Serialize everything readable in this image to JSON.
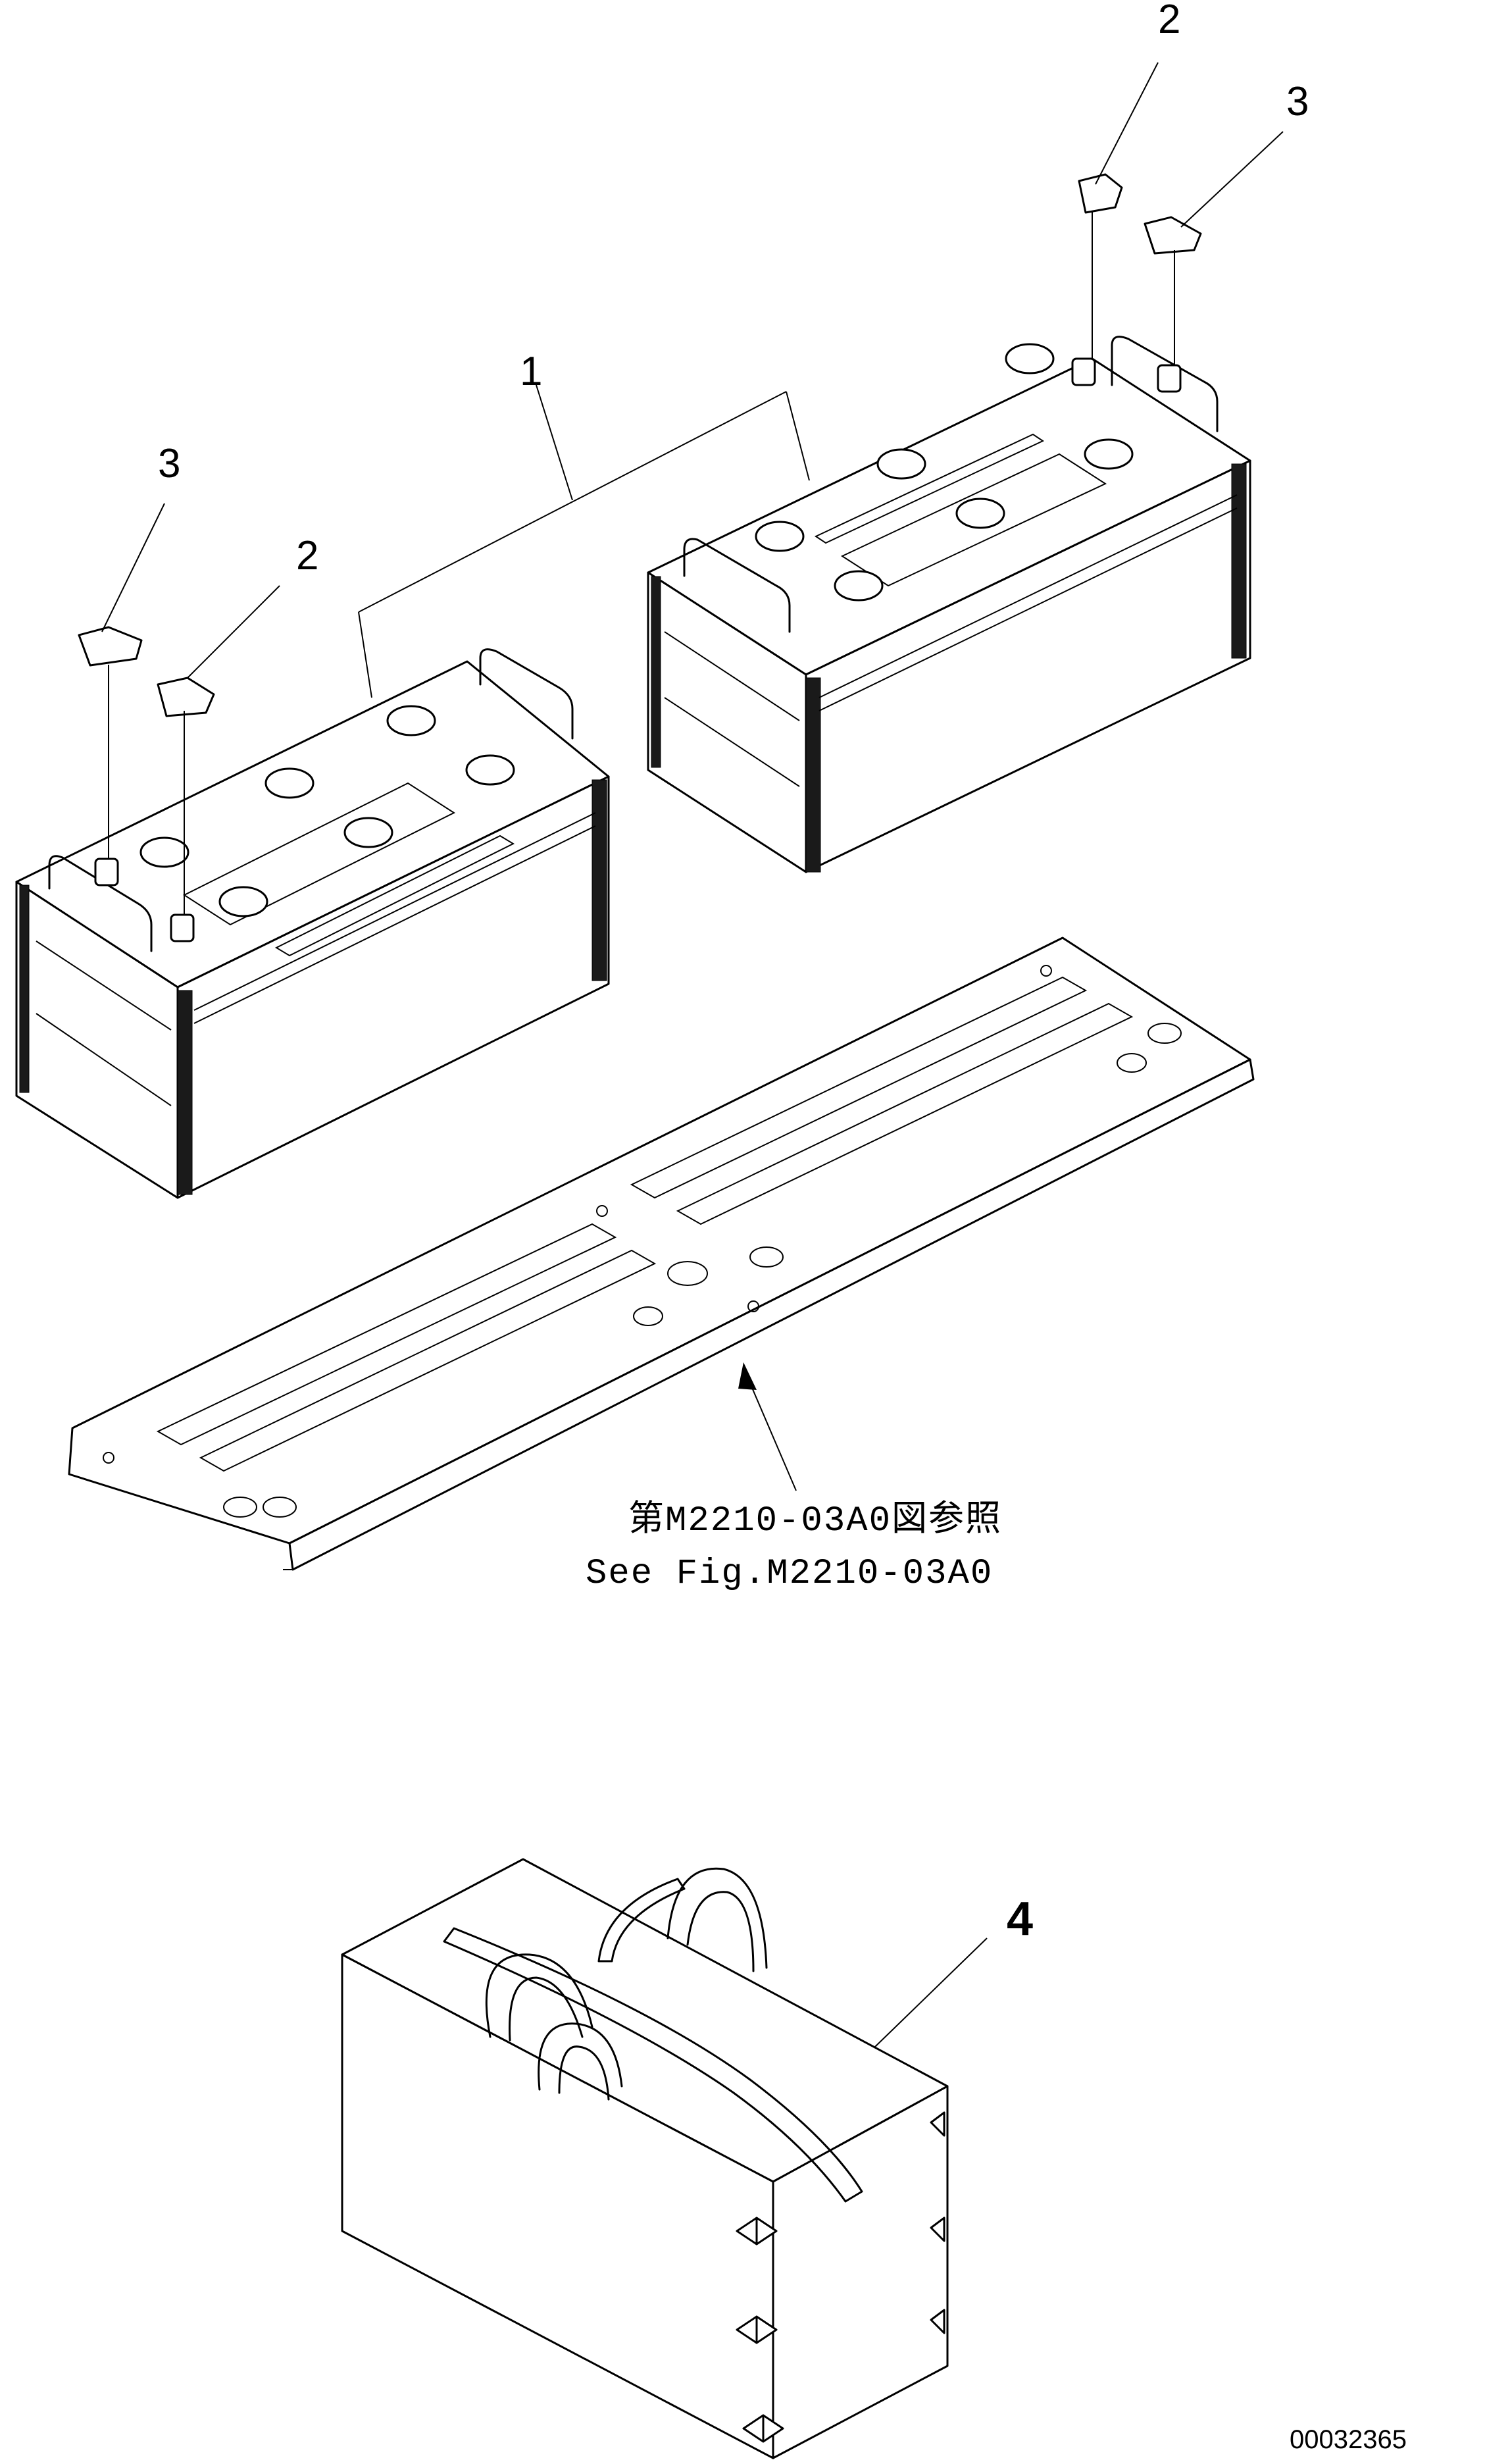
{
  "callouts": {
    "battery": "1",
    "terminal_a_right": "2",
    "terminal_b_right": "3",
    "terminal_b_left": "3",
    "terminal_a_left": "2",
    "cover": "4"
  },
  "reference": {
    "line_jp": "第M2210-03A0図参照",
    "line_en": "See Fig.M2210-03A0"
  },
  "drawing_number": "00032365"
}
